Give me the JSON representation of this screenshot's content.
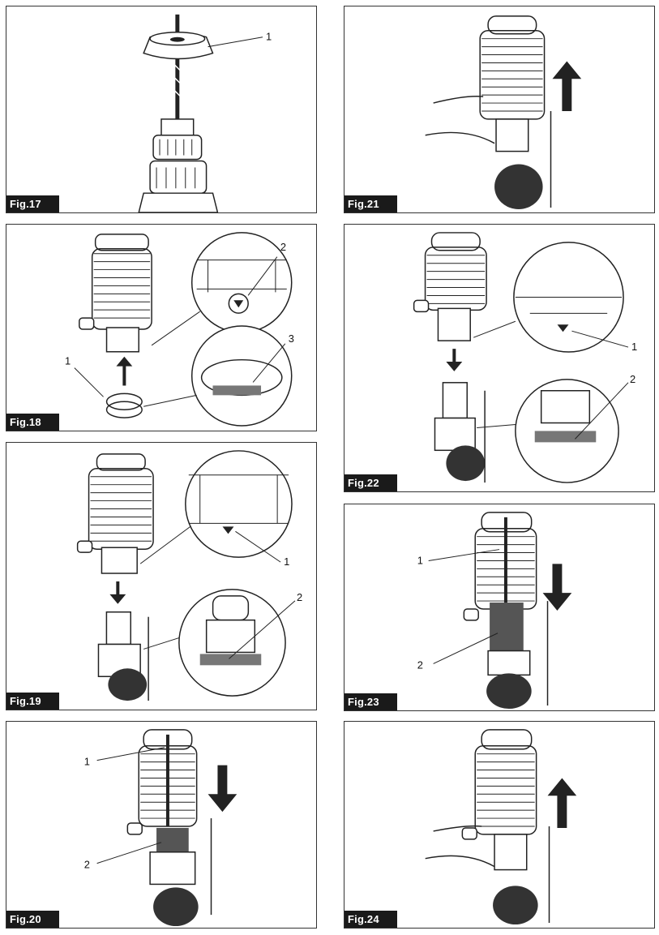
{
  "figures": [
    {
      "id": "fig17",
      "label": "Fig.17",
      "callouts": [
        "1"
      ]
    },
    {
      "id": "fig18",
      "label": "Fig.18",
      "callouts": [
        "1",
        "2",
        "3"
      ]
    },
    {
      "id": "fig19",
      "label": "Fig.19",
      "callouts": [
        "1",
        "2"
      ]
    },
    {
      "id": "fig20",
      "label": "Fig.20",
      "callouts": [
        "1",
        "2"
      ]
    },
    {
      "id": "fig21",
      "label": "Fig.21",
      "callouts": []
    },
    {
      "id": "fig22",
      "label": "Fig.22",
      "callouts": [
        "1",
        "2"
      ]
    },
    {
      "id": "fig23",
      "label": "Fig.23",
      "callouts": [
        "1",
        "2"
      ]
    },
    {
      "id": "fig24",
      "label": "Fig.24",
      "callouts": []
    }
  ]
}
